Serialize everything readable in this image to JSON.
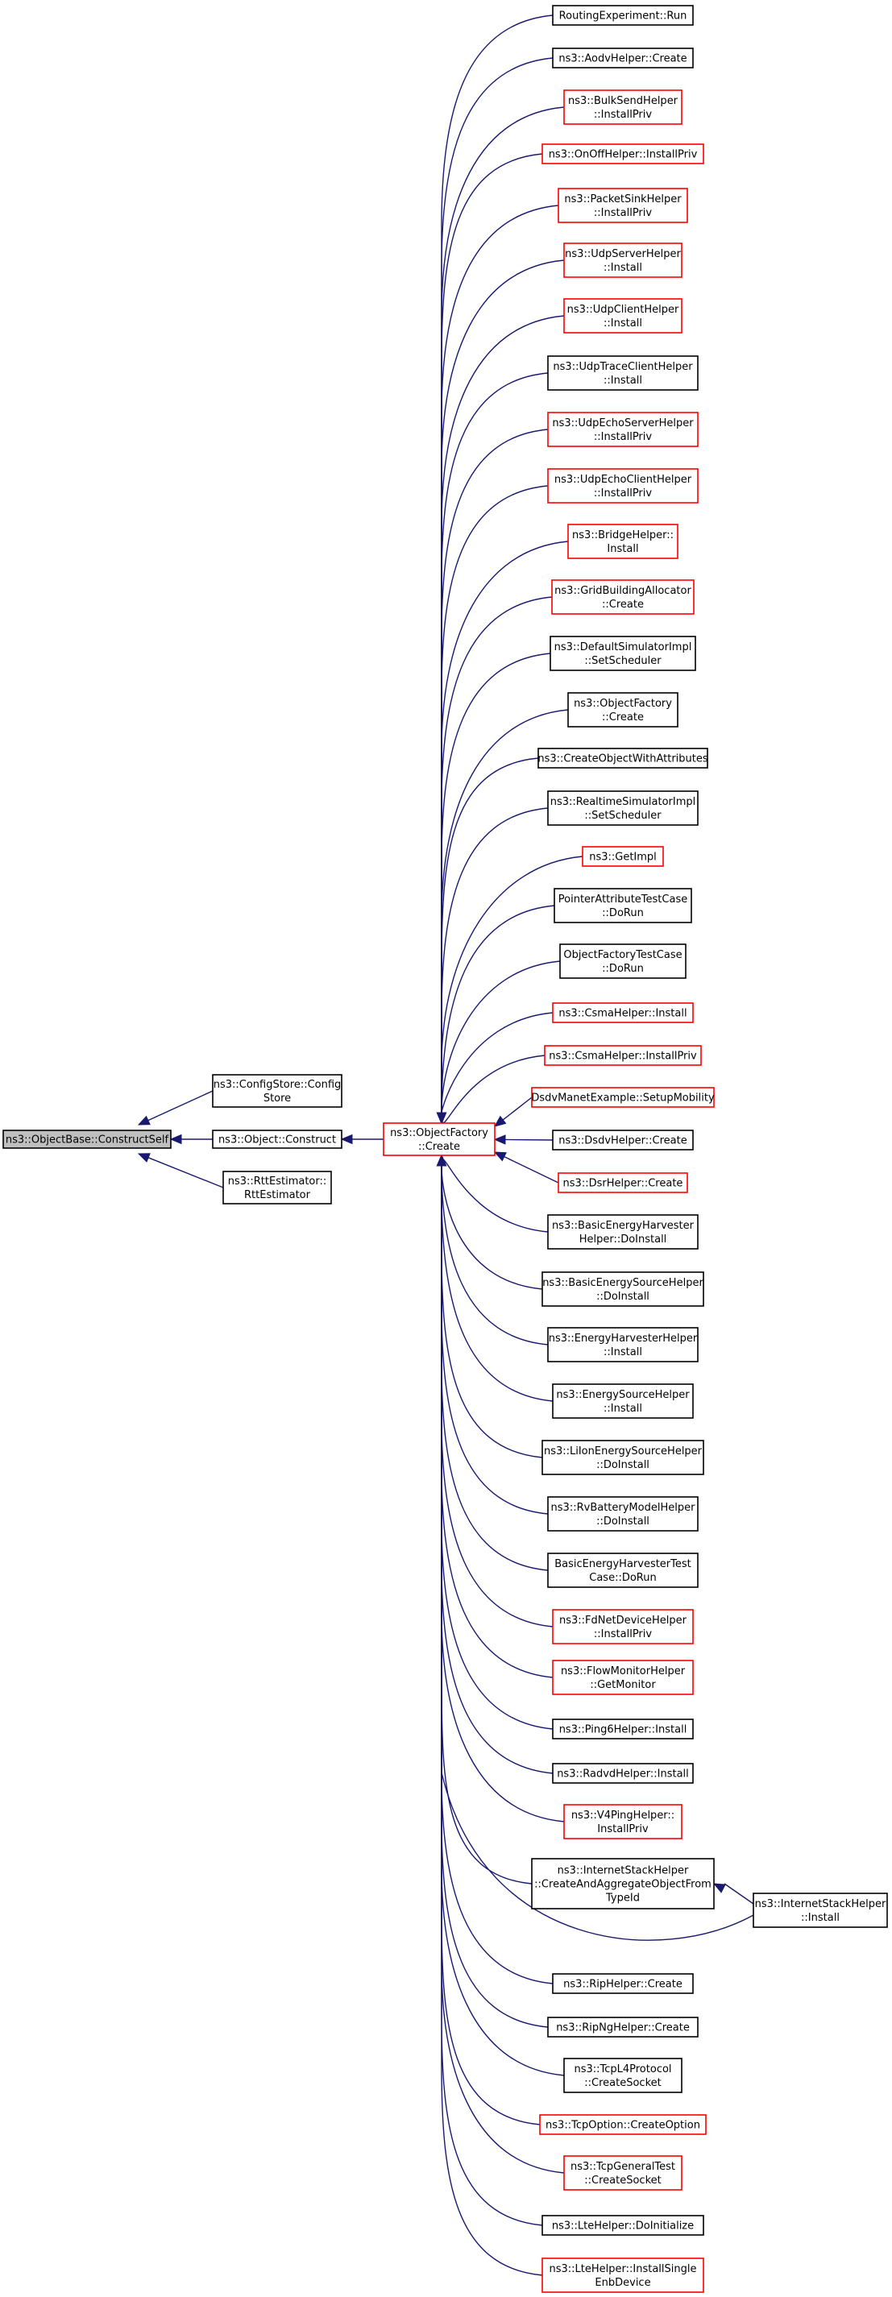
{
  "colors": {
    "edge": "#191970",
    "highlighted_fill": "#bfbfbf",
    "link_border": "#000000",
    "undocumented_border": "#ff0000",
    "node_fill": "#ffffff"
  },
  "graph": {
    "root": {
      "id": "root",
      "label": [
        "ns3::ObjectBase::ConstructSelf"
      ],
      "style": "highlighted"
    },
    "level1": [
      {
        "id": "configstore",
        "label": [
          "ns3::ConfigStore::Config",
          "Store"
        ],
        "style": "black"
      },
      {
        "id": "objconstruct",
        "label": [
          "ns3::Object::Construct"
        ],
        "style": "black"
      },
      {
        "id": "rttest",
        "label": [
          "ns3::RttEstimator::",
          "RttEstimator"
        ],
        "style": "black"
      }
    ],
    "factory": {
      "id": "factory",
      "label": [
        "ns3::ObjectFactory",
        "::Create"
      ],
      "style": "red"
    },
    "callers": [
      {
        "id": "c01",
        "label": [
          "RoutingExperiment::Run"
        ],
        "style": "black"
      },
      {
        "id": "c02",
        "label": [
          "ns3::AodvHelper::Create"
        ],
        "style": "black"
      },
      {
        "id": "c03",
        "label": [
          "ns3::BulkSendHelper",
          "::InstallPriv"
        ],
        "style": "red"
      },
      {
        "id": "c04",
        "label": [
          "ns3::OnOffHelper::InstallPriv"
        ],
        "style": "red"
      },
      {
        "id": "c05",
        "label": [
          "ns3::PacketSinkHelper",
          "::InstallPriv"
        ],
        "style": "red"
      },
      {
        "id": "c06",
        "label": [
          "ns3::UdpServerHelper",
          "::Install"
        ],
        "style": "red"
      },
      {
        "id": "c07",
        "label": [
          "ns3::UdpClientHelper",
          "::Install"
        ],
        "style": "red"
      },
      {
        "id": "c08",
        "label": [
          "ns3::UdpTraceClientHelper",
          "::Install"
        ],
        "style": "black"
      },
      {
        "id": "c09",
        "label": [
          "ns3::UdpEchoServerHelper",
          "::InstallPriv"
        ],
        "style": "red"
      },
      {
        "id": "c10",
        "label": [
          "ns3::UdpEchoClientHelper",
          "::InstallPriv"
        ],
        "style": "red"
      },
      {
        "id": "c11",
        "label": [
          "ns3::BridgeHelper::",
          "Install"
        ],
        "style": "red"
      },
      {
        "id": "c12",
        "label": [
          "ns3::GridBuildingAllocator",
          "::Create"
        ],
        "style": "red"
      },
      {
        "id": "c13",
        "label": [
          "ns3::DefaultSimulatorImpl",
          "::SetScheduler"
        ],
        "style": "black"
      },
      {
        "id": "c14",
        "label": [
          "ns3::ObjectFactory",
          "::Create"
        ],
        "style": "black"
      },
      {
        "id": "c15",
        "label": [
          "ns3::CreateObjectWithAttributes"
        ],
        "style": "black"
      },
      {
        "id": "c16",
        "label": [
          "ns3::RealtimeSimulatorImpl",
          "::SetScheduler"
        ],
        "style": "black"
      },
      {
        "id": "c17",
        "label": [
          "ns3::GetImpl"
        ],
        "style": "red"
      },
      {
        "id": "c18",
        "label": [
          "PointerAttributeTestCase",
          "::DoRun"
        ],
        "style": "black"
      },
      {
        "id": "c19",
        "label": [
          "ObjectFactoryTestCase",
          "::DoRun"
        ],
        "style": "black"
      },
      {
        "id": "c20",
        "label": [
          "ns3::CsmaHelper::Install"
        ],
        "style": "red"
      },
      {
        "id": "c21",
        "label": [
          "ns3::CsmaHelper::InstallPriv"
        ],
        "style": "red"
      },
      {
        "id": "c22",
        "label": [
          "DsdvManetExample::SetupMobility"
        ],
        "style": "red"
      },
      {
        "id": "c23",
        "label": [
          "ns3::DsdvHelper::Create"
        ],
        "style": "black"
      },
      {
        "id": "c24",
        "label": [
          "ns3::DsrHelper::Create"
        ],
        "style": "red"
      },
      {
        "id": "c25",
        "label": [
          "ns3::BasicEnergyHarvester",
          "Helper::DoInstall"
        ],
        "style": "black"
      },
      {
        "id": "c26",
        "label": [
          "ns3::BasicEnergySourceHelper",
          "::DoInstall"
        ],
        "style": "black"
      },
      {
        "id": "c27",
        "label": [
          "ns3::EnergyHarvesterHelper",
          "::Install"
        ],
        "style": "black"
      },
      {
        "id": "c28",
        "label": [
          "ns3::EnergySourceHelper",
          "::Install"
        ],
        "style": "black"
      },
      {
        "id": "c29",
        "label": [
          "ns3::LiIonEnergySourceHelper",
          "::DoInstall"
        ],
        "style": "black"
      },
      {
        "id": "c30",
        "label": [
          "ns3::RvBatteryModelHelper",
          "::DoInstall"
        ],
        "style": "black"
      },
      {
        "id": "c31",
        "label": [
          "BasicEnergyHarvesterTest",
          "Case::DoRun"
        ],
        "style": "black"
      },
      {
        "id": "c32",
        "label": [
          "ns3::FdNetDeviceHelper",
          "::InstallPriv"
        ],
        "style": "red"
      },
      {
        "id": "c33",
        "label": [
          "ns3::FlowMonitorHelper",
          "::GetMonitor"
        ],
        "style": "red"
      },
      {
        "id": "c34",
        "label": [
          "ns3::Ping6Helper::Install"
        ],
        "style": "black"
      },
      {
        "id": "c35",
        "label": [
          "ns3::RadvdHelper::Install"
        ],
        "style": "black"
      },
      {
        "id": "c36",
        "label": [
          "ns3::V4PingHelper::",
          "InstallPriv"
        ],
        "style": "red"
      },
      {
        "id": "c37",
        "label": [
          "ns3::InternetStackHelper",
          "::CreateAndAggregateObjectFrom",
          "TypeId"
        ],
        "style": "black"
      },
      {
        "id": "c38",
        "label": [
          "ns3::RipHelper::Create"
        ],
        "style": "black"
      },
      {
        "id": "c39",
        "label": [
          "ns3::RipNgHelper::Create"
        ],
        "style": "black"
      },
      {
        "id": "c40",
        "label": [
          "ns3::TcpL4Protocol",
          "::CreateSocket"
        ],
        "style": "black"
      },
      {
        "id": "c41",
        "label": [
          "ns3::TcpOption::CreateOption"
        ],
        "style": "red"
      },
      {
        "id": "c42",
        "label": [
          "ns3::TcpGeneralTest",
          "::CreateSocket"
        ],
        "style": "red"
      },
      {
        "id": "c43",
        "label": [
          "ns3::LteHelper::DoInitialize"
        ],
        "style": "black"
      },
      {
        "id": "c44",
        "label": [
          "ns3::LteHelper::InstallSingle",
          "EnbDevice"
        ],
        "style": "red"
      }
    ],
    "extra": [
      {
        "id": "internetinstall",
        "label": [
          "ns3::InternetStackHelper",
          "::Install"
        ],
        "style": "black"
      }
    ]
  }
}
